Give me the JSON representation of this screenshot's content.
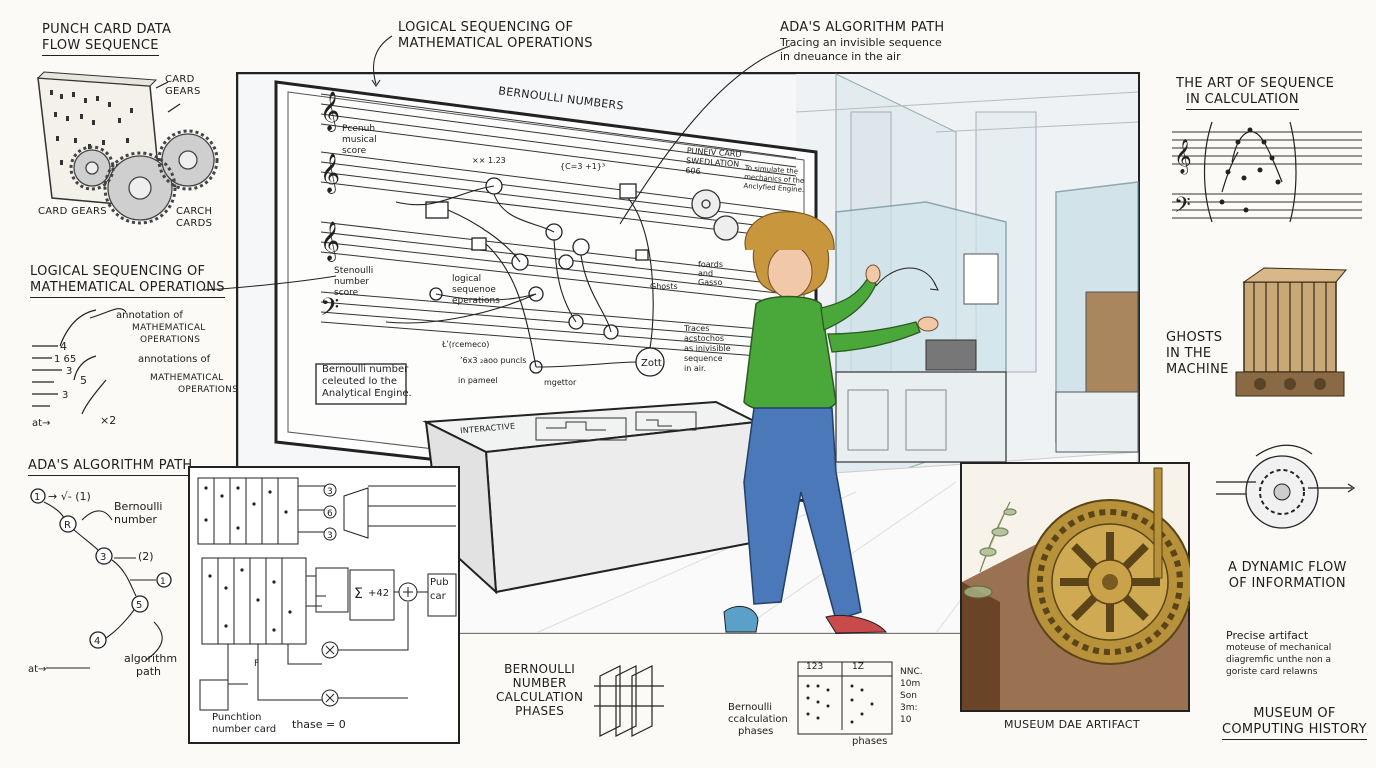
{
  "labels": {
    "punch_card_title": [
      "PUNCH CARD DATA",
      "FLOW SEQUENCE"
    ],
    "card_gears_top": [
      "CARD",
      "GEARS"
    ],
    "card_gears_bottom": "CARD GEARS",
    "carch_cards": [
      "CARCH",
      "CARDS"
    ],
    "logical_top": [
      "LOGICAL SEQUENCING OF",
      "MATHEMATICAL OPERATIONS"
    ],
    "logical_left": [
      "LOGICAL SEQUENCING OF",
      "MATHEMATICAL OPERATIONS"
    ],
    "annotation_of": [
      "annotation of",
      "MATHEMATICAL",
      "OPERATIONS"
    ],
    "annotations_of": [
      "annotations of",
      "MATHEMATICAL",
      "OPERATIONS"
    ],
    "ada_path_top": "ADA'S ALGORITHM PATH",
    "ada_path_top_sub": [
      "Tracing an invisible sequence",
      "in dneuance in the air"
    ],
    "ada_path_left": "ADA'S ALGORITHM PATH",
    "bernoulli_number": [
      "Bernoulli",
      "number"
    ],
    "algorithm_path": [
      "algorithm",
      "path"
    ],
    "art_of_sequence": [
      "THE ART OF SEQUENCE",
      "IN CALCULATION"
    ],
    "ghosts": [
      "GHOSTS",
      "IN THE",
      "MACHINE"
    ],
    "dynamic_flow": [
      "A DYNAMIC FLOW",
      "OF INFORMATION"
    ],
    "precise_artifact": [
      "Precise artifact",
      "moteuse of mechanical",
      "diagremfic unthe non a",
      "goriste card relawns"
    ],
    "museum_artifact": "MUSEUM DAE ARTIFACT",
    "museum_history": [
      "MUSEUM OF",
      "COMPUTING HISTORY"
    ],
    "bernoulli_phases": [
      "BERNOULLI",
      "NUMBER",
      "CALCULATION",
      "PHASES"
    ],
    "bernoulli_calc_phases": [
      "Bernoulli",
      "ccalculation",
      "phases"
    ],
    "phases": "phases",
    "punchtion_card": [
      "Punchtion",
      "number card"
    ],
    "thase": "thase = 0",
    "pub_car": [
      "Pub",
      "car"
    ]
  },
  "board": {
    "title": "BERNOULLI NUMBERS",
    "punch_musical": [
      "Pcenuh",
      "musical",
      "score"
    ],
    "stenoulli": [
      "Stenoulli",
      "number",
      "score"
    ],
    "logical_seq": [
      "logical",
      "sequenoe",
      "eperations"
    ],
    "pnheiv_card": [
      "PUNEIV CARD",
      "SWEDLATION",
      "606"
    ],
    "to_simulate": [
      "To simulate the",
      "mechanics of the",
      "Anclyfied Engine."
    ],
    "bernoulli_box": [
      "Bernoulli number",
      "celeuted lo the",
      "Analytical Engine."
    ],
    "traces": [
      "Traces",
      "acstochos",
      "as inivisible",
      "sequence",
      "in air."
    ],
    "foards": [
      "foards",
      "and",
      "Gasso"
    ],
    "ghosts": "Ghosts",
    "zott": "Zott",
    "interactive": "INTERACTIVE",
    "formula_a": "×× 1.23",
    "formula_b": "{C=3 +1}³",
    "formula_c": "’6x3 ₂aoo puncls",
    "formula_d": "in pameel",
    "formula_e": "mgettor",
    "formula_f": "Łʹ(rcemeco)"
  },
  "phase_table": {
    "head": [
      "123",
      "1Z"
    ],
    "right": [
      "NNC.",
      "10m",
      "Son",
      "3m:",
      "10"
    ]
  },
  "colors": {
    "hoodie": "#4aa83a",
    "jeans": "#4a78b8",
    "hair": "#c8963c",
    "brass": "#b8923a",
    "wood": "#8a5a36",
    "glass": "#cfe3ea",
    "ink": "#222222"
  }
}
